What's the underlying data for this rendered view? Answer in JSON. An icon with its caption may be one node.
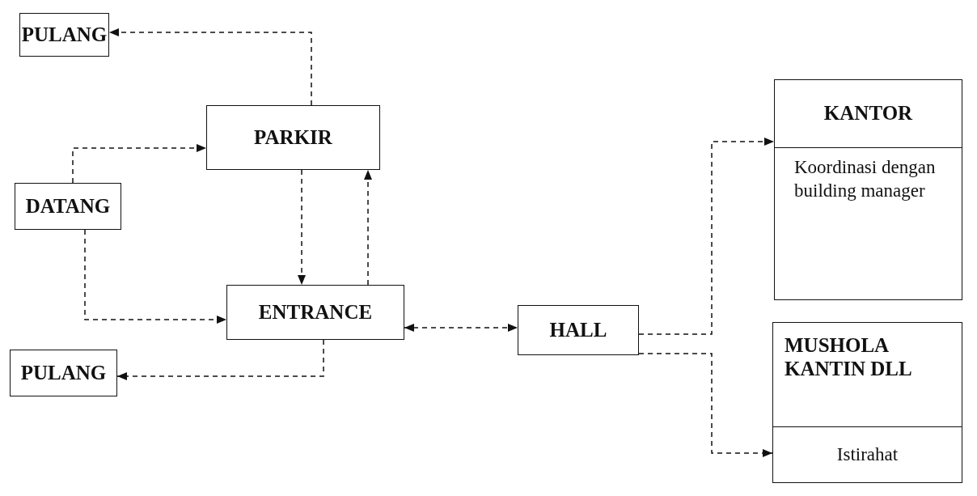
{
  "diagram": {
    "nodes": [
      {
        "text": [
          "PULANG"
        ]
      },
      {
        "text": [
          "PARKIR"
        ]
      },
      {
        "text": [
          "DATANG"
        ]
      },
      {
        "text": [
          "ENTRANCE"
        ]
      },
      {
        "text": [
          "HALL"
        ]
      },
      {
        "text": [
          "KANTOR",
          "Koordinasi dengan building manager"
        ]
      },
      {
        "text": [
          "MUSHOLA KANTIN DLL",
          "Istirahat"
        ]
      },
      {
        "text": [
          "PULANG"
        ]
      }
    ],
    "edges": [
      {
        "from": 1,
        "to": 0,
        "arrow": "to"
      },
      {
        "from": 2,
        "to": 1,
        "arrow": "to"
      },
      {
        "from": 2,
        "to": 3,
        "arrow": "to"
      },
      {
        "from": 1,
        "to": 3,
        "arrow": "to"
      },
      {
        "from": 3,
        "to": 1,
        "arrow": "to"
      },
      {
        "from": 3,
        "to": 4,
        "arrow": "both"
      },
      {
        "from": 3,
        "to": 7,
        "arrow": "to"
      },
      {
        "from": 4,
        "to": 5,
        "arrow": "to"
      },
      {
        "from": 4,
        "to": 6,
        "arrow": "to"
      }
    ]
  }
}
